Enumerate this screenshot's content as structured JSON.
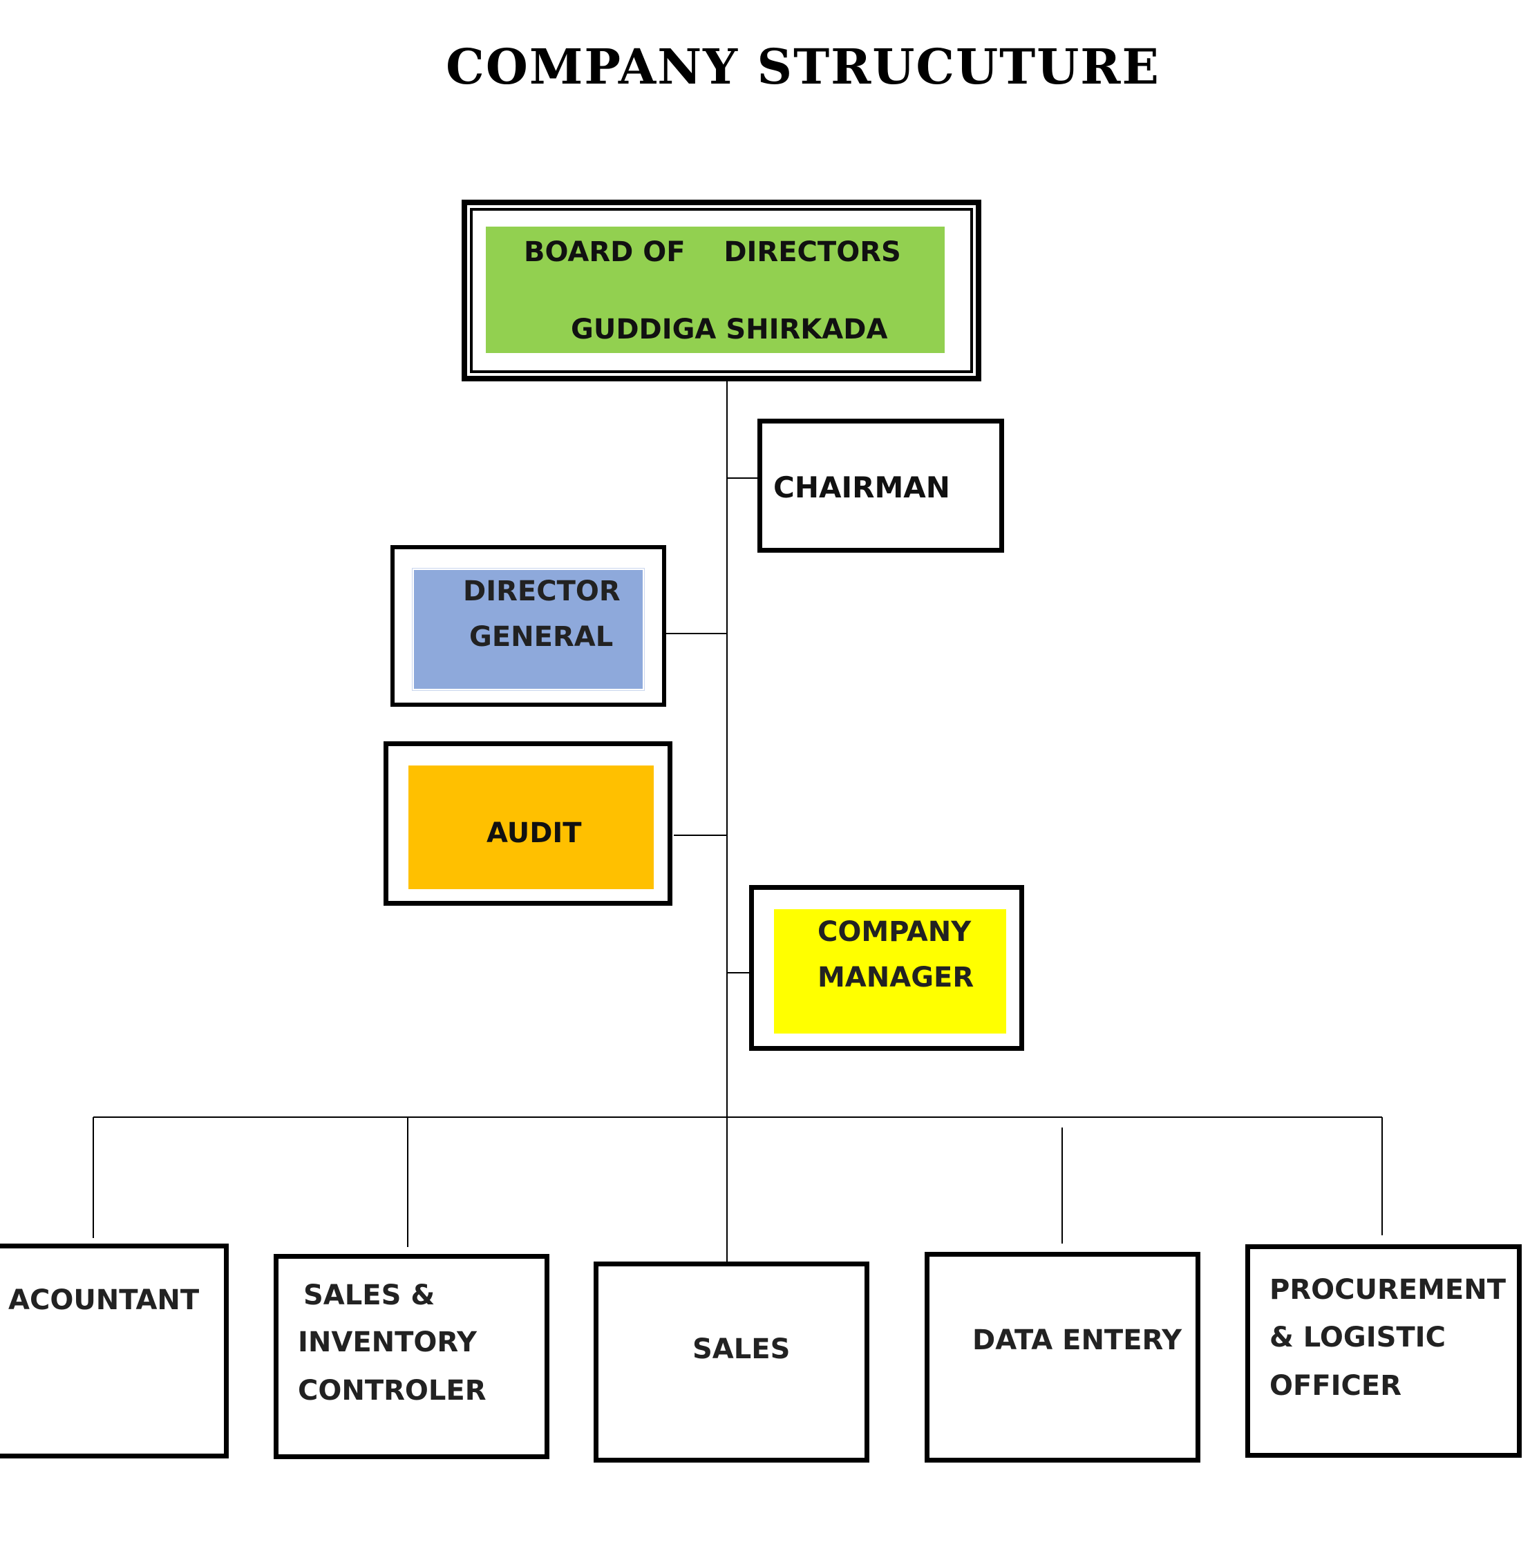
{
  "title": "COMPANY STRUCUTURE",
  "colors": {
    "board_fill": "#92D050",
    "director_fill": "#8EA9DB",
    "audit_fill": "#FFC000",
    "manager_fill": "#FFFF00",
    "line": "#000000"
  },
  "nodes": {
    "board": {
      "line1": "BOARD OF    DIRECTORS",
      "line2": "GUDDIGA SHIRKADA"
    },
    "chairman": {
      "label": "CHAIRMAN"
    },
    "director_general": {
      "line1": "DIRECTOR",
      "line2": "GENERAL"
    },
    "audit": {
      "label": "AUDIT"
    },
    "company_manager": {
      "line1": "COMPANY",
      "line2": "MANAGER"
    },
    "accountant": {
      "label": "ACOUNTANT"
    },
    "sales_inventory": {
      "line1": "SALES &",
      "line2": "INVENTORY",
      "line3": "CONTROLER"
    },
    "sales": {
      "label": "SALES"
    },
    "data_entry": {
      "label": "DATA ENTERY"
    },
    "procurement": {
      "line1": "PROCUREMENT",
      "line2": "& LOGISTIC",
      "line3": "OFFICER"
    }
  }
}
